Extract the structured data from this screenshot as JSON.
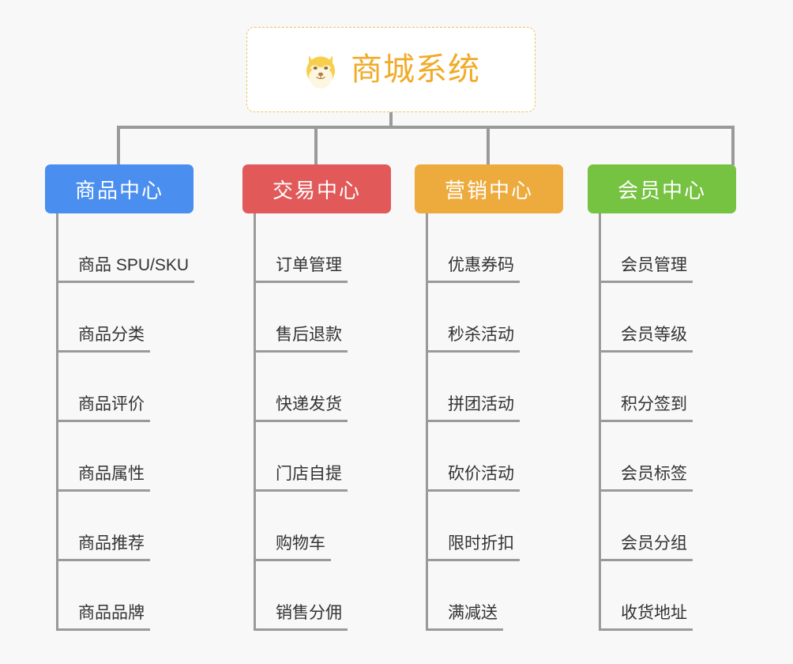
{
  "root": {
    "title": "商城系统",
    "icon": "dog-face-icon",
    "text_color": "#f0ab28",
    "border_color": "#f0c060",
    "background": "#ffffff"
  },
  "canvas": {
    "background": "#f8f8f9",
    "line_color": "#9a9a9a"
  },
  "columns": [
    {
      "name": "product-center",
      "label": "商品中心",
      "color": "#4a8ef0",
      "color_class": "blue",
      "items": [
        "商品 SPU/SKU",
        "商品分类",
        "商品评价",
        "商品属性",
        "商品推荐",
        "商品品牌"
      ]
    },
    {
      "name": "trade-center",
      "label": "交易中心",
      "color": "#e2595a",
      "color_class": "red",
      "items": [
        "订单管理",
        "售后退款",
        "快递发货",
        "门店自提",
        "购物车",
        "销售分佣"
      ]
    },
    {
      "name": "marketing-center",
      "label": "营销中心",
      "color": "#eeab3d",
      "color_class": "orange",
      "items": [
        "优惠券码",
        "秒杀活动",
        "拼团活动",
        "砍价活动",
        "限时折扣",
        "满减送"
      ]
    },
    {
      "name": "member-center",
      "label": "会员中心",
      "color": "#76c342",
      "color_class": "green",
      "items": [
        "会员管理",
        "会员等级",
        "积分签到",
        "会员标签",
        "会员分组",
        "收货地址"
      ]
    }
  ]
}
